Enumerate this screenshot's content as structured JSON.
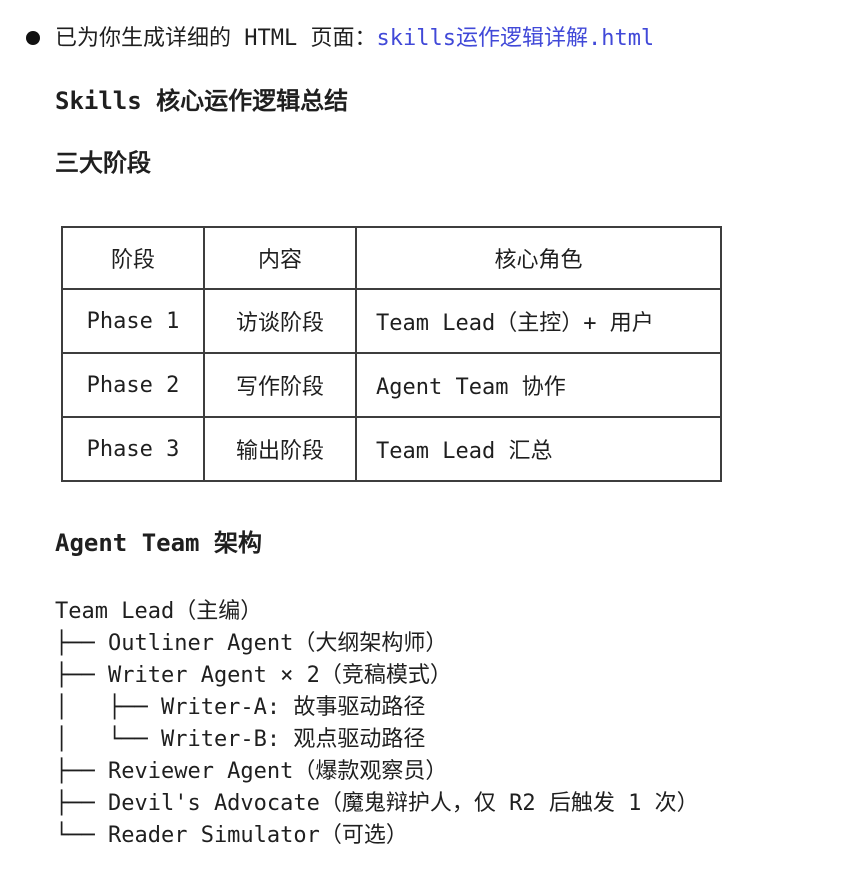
{
  "bullet_item": {
    "text_before_link": "已为你生成详细的 HTML 页面：",
    "link_text": "skills运作逻辑详解.html"
  },
  "headings": {
    "summary": "Skills 核心运作逻辑总结",
    "phases": "三大阶段",
    "architecture": "Agent Team 架构"
  },
  "table": {
    "headers": [
      "阶段",
      "内容",
      "核心角色"
    ],
    "rows": [
      [
        "Phase 1",
        "访谈阶段",
        "Team Lead（主控）+ 用户"
      ],
      [
        "Phase 2",
        "写作阶段",
        "Agent Team 协作"
      ],
      [
        "Phase 3",
        "输出阶段",
        "Team Lead 汇总"
      ]
    ]
  },
  "tree": {
    "lines": [
      "Team Lead（主编）",
      "├── Outliner Agent（大纲架构师）",
      "├── Writer Agent × 2（竞稿模式）",
      "│   ├── Writer-A: 故事驱动路径",
      "│   └── Writer-B: 观点驱动路径",
      "├── Reviewer Agent（爆款观察员）",
      "├── Devil's Advocate（魔鬼辩护人，仅 R2 后触发 1 次）",
      "└── Reader Simulator（可选）"
    ]
  },
  "colors": {
    "link_blue": "#4149d8",
    "text": "#1f1f1f",
    "table_border": "#3d3d3d",
    "bullet": "#111111"
  }
}
